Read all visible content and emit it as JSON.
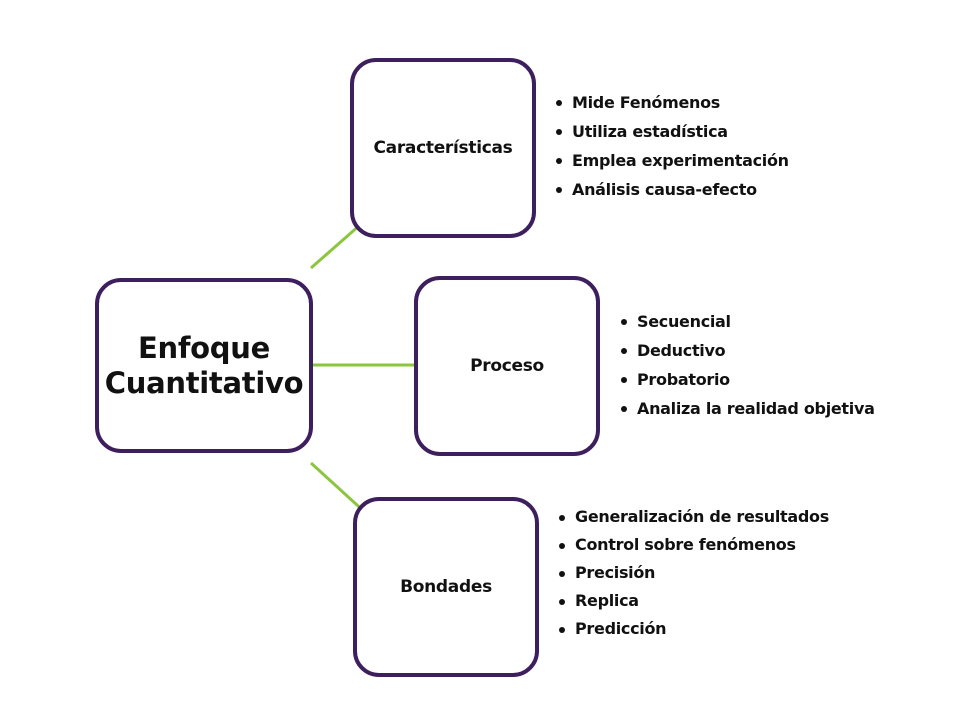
{
  "diagram": {
    "center": {
      "label": "Enfoque\nCuantitativo"
    },
    "branches": [
      {
        "label": "Características",
        "items": [
          "Mide Fenómenos",
          "Utiliza estadística",
          "Emplea experimentación",
          "Análisis causa-efecto"
        ]
      },
      {
        "label": "Proceso",
        "items": [
          "Secuencial",
          "Deductivo",
          "Probatorio",
          "Analiza la realidad objetiva"
        ]
      },
      {
        "label": "Bondades",
        "items": [
          "Generalización de resultados",
          "Control sobre fenómenos",
          "Precisión",
          "Replica",
          "Predicción"
        ]
      }
    ],
    "colors": {
      "box_border": "#3d1f5e",
      "connector": "#8cc63f",
      "text": "#111111"
    }
  }
}
